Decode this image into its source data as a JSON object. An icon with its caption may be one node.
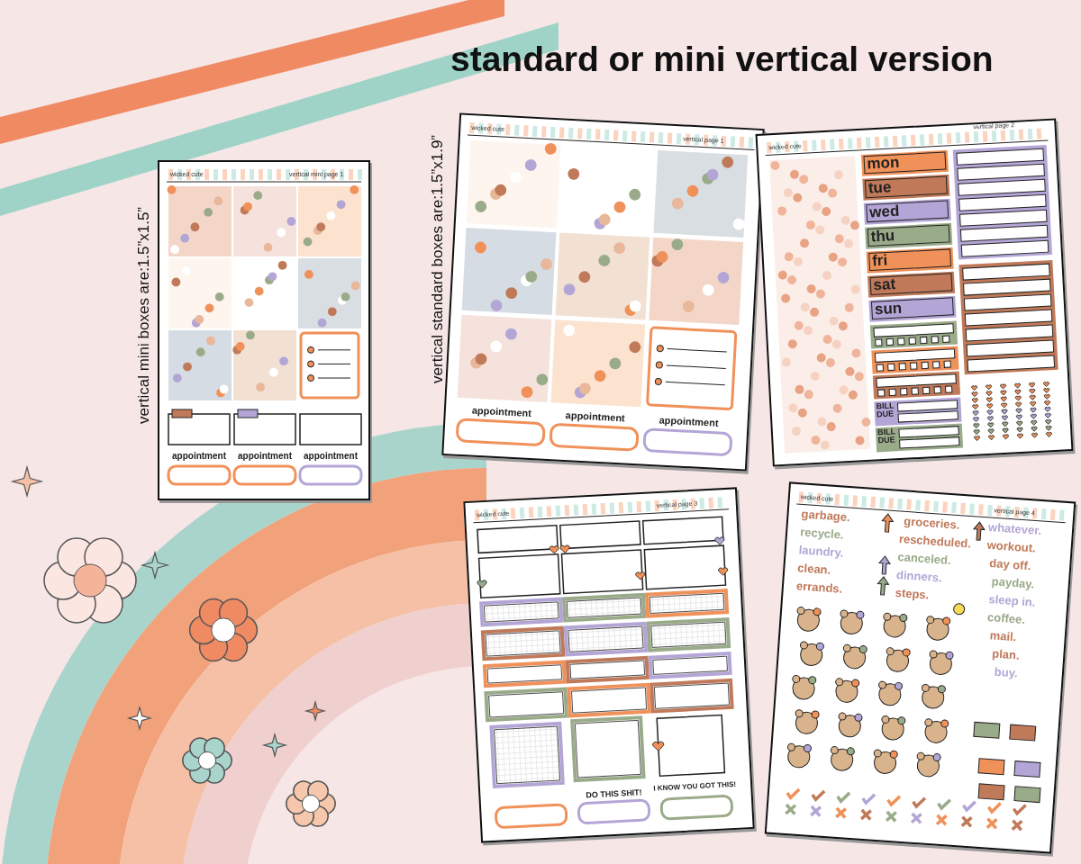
{
  "diagram": {
    "title": "standard or mini vertical version",
    "nodes": [
      {
        "text": [
          "wicked cute",
          "vertical mini page 1",
          "appointment",
          "appointment",
          "appointment"
        ],
        "beside": [
          "vertical mini boxes are:1.5”x1.5”"
        ]
      },
      {
        "text": [
          "wicked cute",
          "vertical page 1",
          "appointment",
          "appointment",
          "appointment"
        ],
        "beside": [
          "vertical standard boxes are:1.5”x1.9”"
        ]
      },
      {
        "text": [
          "wicked cute",
          "vertical page 2",
          "mon",
          "tue",
          "wed",
          "thu",
          "fri",
          "sat",
          "sun",
          "BILL DUE",
          "BILL DUE"
        ]
      },
      {
        "text": [
          "wicked cute",
          "vertical page 3",
          "DO THIS SHIT!",
          "I KNOW YOU GOT THIS!"
        ]
      },
      {
        "text": [
          "wicked cute",
          "vertical page 4",
          "garbage.",
          "groceries.",
          "whatever.",
          "recycle.",
          "rescheduled.",
          "workout.",
          "laundry.",
          "canceled.",
          "day off.",
          "clean.",
          "dinners.",
          "payday.",
          "errands.",
          "steps.",
          "sleep in.",
          "coffee.",
          "mail.",
          "plan.",
          "buy."
        ]
      }
    ]
  }
}
